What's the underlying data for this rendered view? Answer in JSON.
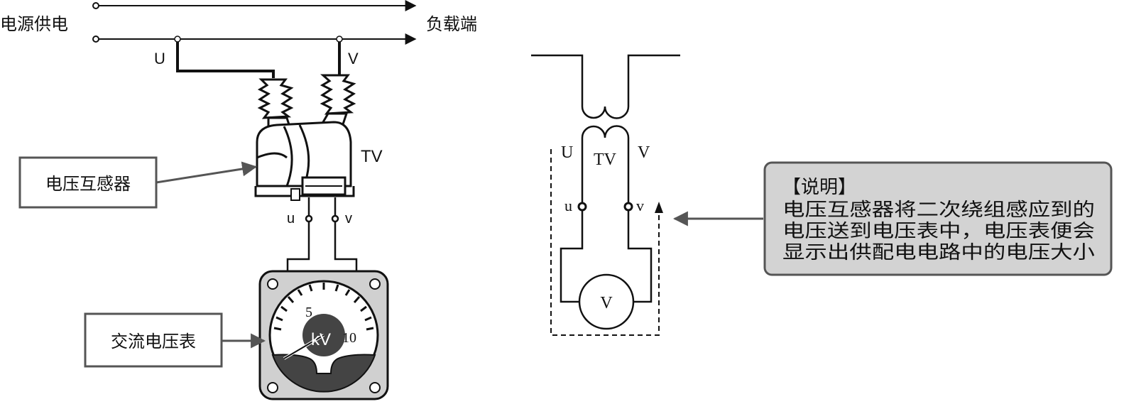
{
  "labels": {
    "power_supply": "电源供电",
    "load_end": "负载端",
    "phase_u": "U",
    "phase_v": "V",
    "tv": "TV",
    "secondary_u": "u",
    "secondary_v": "v",
    "voltage_transformer": "电压互感器",
    "ac_voltmeter": "交流电压表"
  },
  "meter": {
    "scale_5": "5",
    "scale_10": "10",
    "unit": "kV"
  },
  "schematic": {
    "U": "U",
    "TV": "TV",
    "V": "V",
    "u": "u",
    "v": "v",
    "voltmeter": "V"
  },
  "note": {
    "title": "【说明】",
    "lines": [
      "电压互感器将二次绕组感应到的",
      "电压送到电压表中，电压表便会",
      "显示出供配电电路中的电压大小"
    ]
  }
}
